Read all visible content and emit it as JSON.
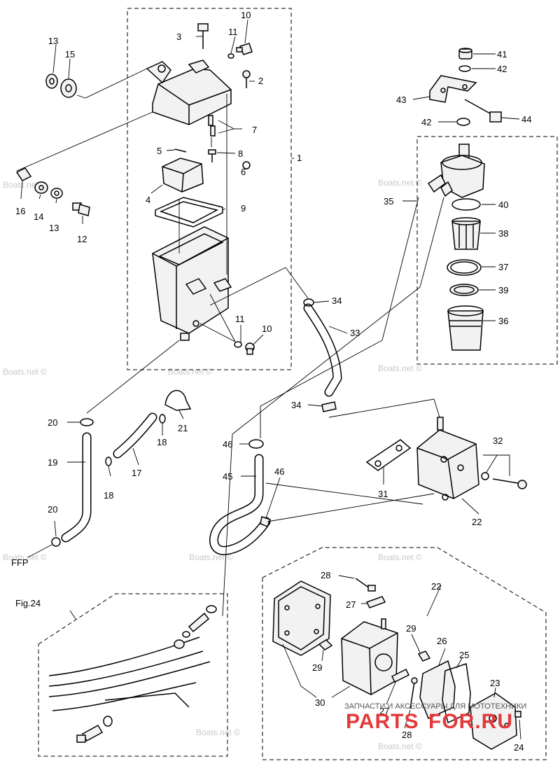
{
  "labels": {
    "n1": "1",
    "n2": "2",
    "n3": "3",
    "n4": "4",
    "n5": "5",
    "n6": "6",
    "n7": "7",
    "n8": "8",
    "n9": "9",
    "n10a": "10",
    "n10b": "10",
    "n11a": "11",
    "n11b": "11",
    "n12": "12",
    "n13a": "13",
    "n13b": "13",
    "n14": "14",
    "n15": "15",
    "n16": "16",
    "n17": "17",
    "n18a": "18",
    "n18b": "18",
    "n19": "19",
    "n20a": "20",
    "n20b": "20",
    "n21": "21",
    "n22a": "22",
    "n22b": "22",
    "n23": "23",
    "n24": "24",
    "n25": "25",
    "n26": "26",
    "n27a": "27",
    "n27b": "27",
    "n28a": "28",
    "n28b": "28",
    "n29a": "29",
    "n29b": "29",
    "n30": "30",
    "n31": "31",
    "n32": "32",
    "n33": "33",
    "n34a": "34",
    "n34b": "34",
    "n35": "35",
    "n36": "36",
    "n37": "37",
    "n38": "38",
    "n39": "39",
    "n40": "40",
    "n41": "41",
    "n42a": "42",
    "n42b": "42",
    "n43": "43",
    "n44": "44",
    "n45": "45",
    "n46a": "46",
    "n46b": "46",
    "ffp": "FFP",
    "fig24": "Fig.24"
  },
  "watermark": "Boats.net ©",
  "branding": {
    "tagline": "ЗАПЧАСТИ И АКСЕССУАРЫ ДЛЯ МОТОТЕХНИКИ",
    "logo_left": "PARTS",
    "logo_right": "FOR.RU"
  },
  "colors": {
    "line": "#000000",
    "watermark": "#c8c8c8",
    "brand_red": "#e23a3a"
  }
}
